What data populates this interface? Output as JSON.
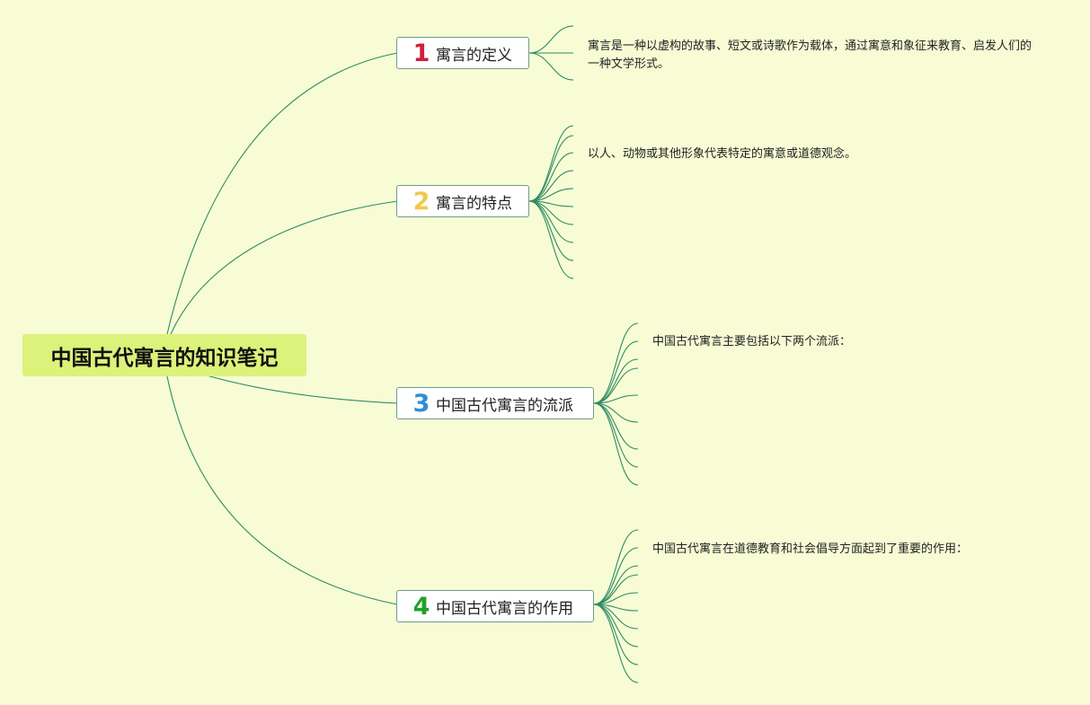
{
  "root": {
    "title": "中国古代寓言的知识笔记"
  },
  "branches": [
    {
      "number": "1",
      "label": "寓言的定义",
      "color": "#d0203a",
      "note": "寓言是一种以虚构的故事、短文或诗歌作为载体，通过寓意和象征来教育、启发人们的一种文学形式。"
    },
    {
      "number": "2",
      "label": "寓言的特点",
      "color": "#f2c94c",
      "note": "以人、动物或其他形象代表特定的寓意或道德观念。"
    },
    {
      "number": "3",
      "label": "中国古代寓言的流派",
      "color": "#2d8fd5",
      "note": "中国古代寓言主要包括以下两个流派："
    },
    {
      "number": "4",
      "label": "中国古代寓言的作用",
      "color": "#21a32b",
      "note": "中国古代寓言在道德教育和社会倡导方面起到了重要的作用："
    }
  ]
}
